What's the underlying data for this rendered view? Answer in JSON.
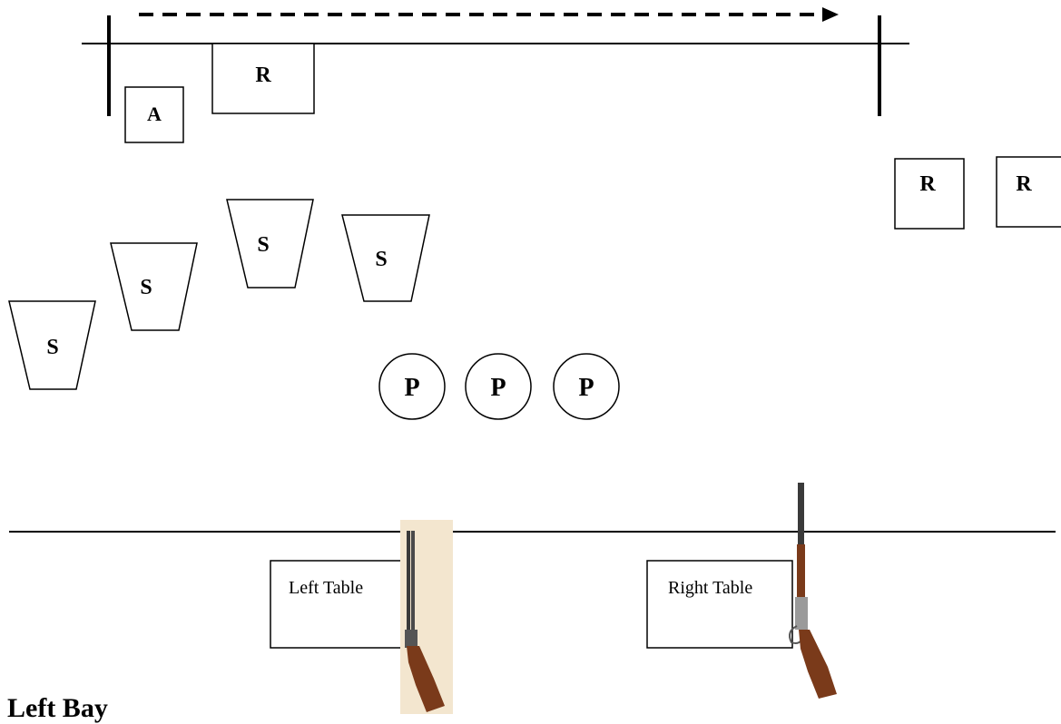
{
  "title": "Left Bay",
  "targets": {
    "ammo_box": "A",
    "rifle": "R",
    "shotgun": "S",
    "pistol": "P"
  },
  "tables": {
    "left": "Left Table",
    "right": "Right Table"
  },
  "guns": {
    "left_table": "shotgun",
    "right_table": "lever-action-rifle"
  },
  "colors": {
    "ink": "#000000",
    "shotgun_bg": "#f3e6cf",
    "gun_wood": "#7a3a1a",
    "gun_metal": "#3a3a3a"
  }
}
